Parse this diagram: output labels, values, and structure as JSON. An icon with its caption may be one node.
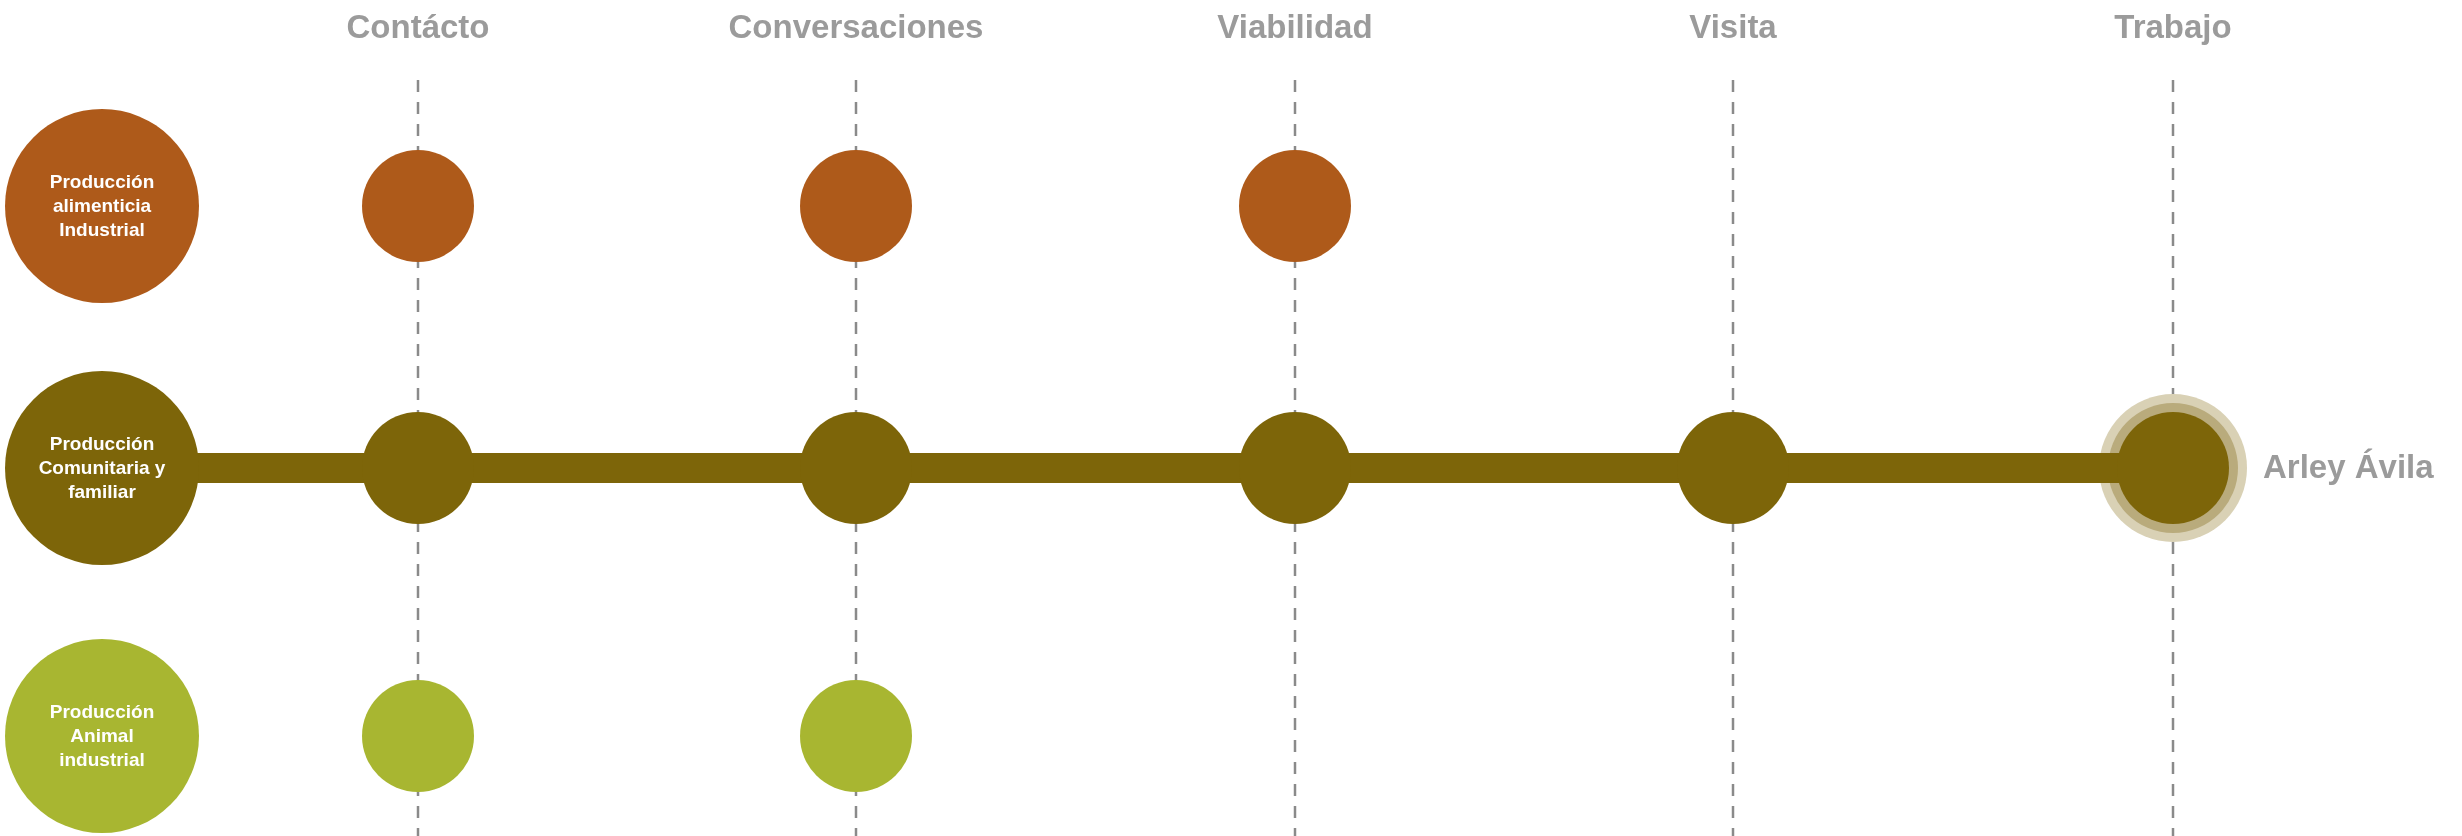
{
  "diagram": {
    "nodes": [
      {
        "text": [
          "Producción alimenticia Industrial"
        ]
      },
      {
        "text": [],
        "shape": "circle"
      },
      {
        "text": [],
        "shape": "circle"
      },
      {
        "text": [],
        "shape": "circle"
      },
      {
        "text": [
          "Producción Comunitaria y familiar"
        ]
      },
      {
        "text": [],
        "shape": "circle"
      },
      {
        "text": [],
        "shape": "circle"
      },
      {
        "text": [],
        "shape": "circle"
      },
      {
        "text": [],
        "shape": "circle"
      },
      {
        "text": [],
        "shape": "circle",
        "beside": [
          "Arley Ávila"
        ]
      },
      {
        "text": [
          "Producción Animal industrial"
        ]
      },
      {
        "text": [],
        "shape": "circle"
      },
      {
        "text": [],
        "shape": "circle"
      }
    ],
    "edges": [
      {
        "from": 4,
        "to": 5,
        "arrow": "none"
      },
      {
        "from": 5,
        "to": 6,
        "arrow": "none"
      },
      {
        "from": 6,
        "to": 7,
        "arrow": "none"
      },
      {
        "from": 7,
        "to": 8,
        "arrow": "none"
      },
      {
        "from": 8,
        "to": 9,
        "arrow": "none"
      }
    ],
    "labels": [
      "Contácto",
      "Conversaciones",
      "Viabilidad",
      "Visita",
      "Trabajo"
    ]
  }
}
